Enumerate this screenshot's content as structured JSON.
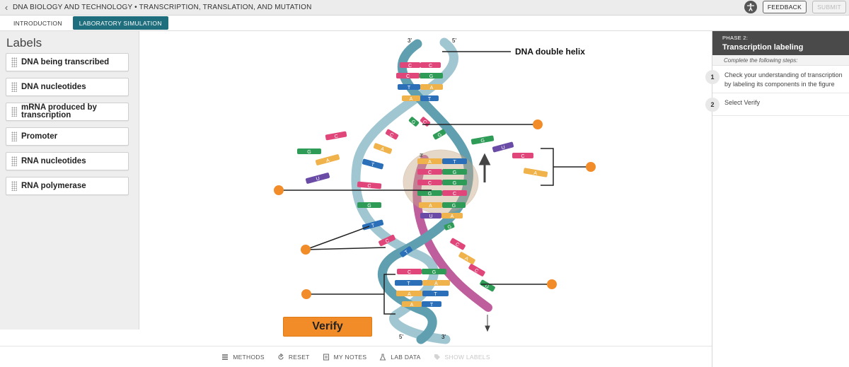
{
  "topbar": {
    "back_icon": "chevron-left-icon",
    "breadcrumb": "DNA BIOLOGY AND TECHNOLOGY • TRANSCRIPTION, TRANSLATION, AND MUTATION",
    "accessibility_icon": "accessibility-icon",
    "feedback_label": "FEEDBACK",
    "submit_label": "SUBMIT"
  },
  "tabs": [
    {
      "label": "INTRODUCTION",
      "active": false
    },
    {
      "label": "LABORATORY SIMULATION",
      "active": true
    }
  ],
  "labels_panel": {
    "title": "Labels",
    "items": [
      "DNA being transcribed",
      "DNA nucleotides",
      "mRNA produced by transcription",
      "Promoter",
      "RNA nucleotides",
      "RNA polymerase"
    ]
  },
  "figure": {
    "strand_top_left": "3'",
    "strand_top_right": "5'",
    "strand_bottom_left": "5'",
    "strand_bottom_right": "3'",
    "bubble_mark": "3'",
    "fixed_label": "DNA double helix",
    "drop_target_count": 6,
    "colors": {
      "dna_backbone": "#6fa9b7",
      "rna_backbone": "#b84d92",
      "polymerase_bubble": "#c9a98a",
      "drop_target": "#f28c28",
      "base_c": "#e0467a",
      "base_g": "#2e9b57",
      "base_a": "#f0b24a",
      "base_t": "#2a6fb8",
      "base_u": "#6a4ba6"
    },
    "base_letters": [
      "C",
      "G",
      "T",
      "A",
      "U"
    ]
  },
  "verify_label": "Verify",
  "bottom_toolbar": [
    {
      "label": "METHODS",
      "icon": "methods-icon",
      "enabled": true
    },
    {
      "label": "RESET",
      "icon": "reset-icon",
      "enabled": true
    },
    {
      "label": "MY NOTES",
      "icon": "notes-icon",
      "enabled": true
    },
    {
      "label": "LAB DATA",
      "icon": "flask-icon",
      "enabled": true
    },
    {
      "label": "SHOW LABELS",
      "icon": "tag-icon",
      "enabled": false
    }
  ],
  "right_panel": {
    "phase_label": "PHASE 2:",
    "phase_title": "Transcription labeling",
    "instruction": "Complete the following steps:",
    "steps": [
      {
        "num": "1",
        "text": "Check your understanding of transcription by labeling its components in the figure"
      },
      {
        "num": "2",
        "text": "Select Verify"
      }
    ]
  }
}
